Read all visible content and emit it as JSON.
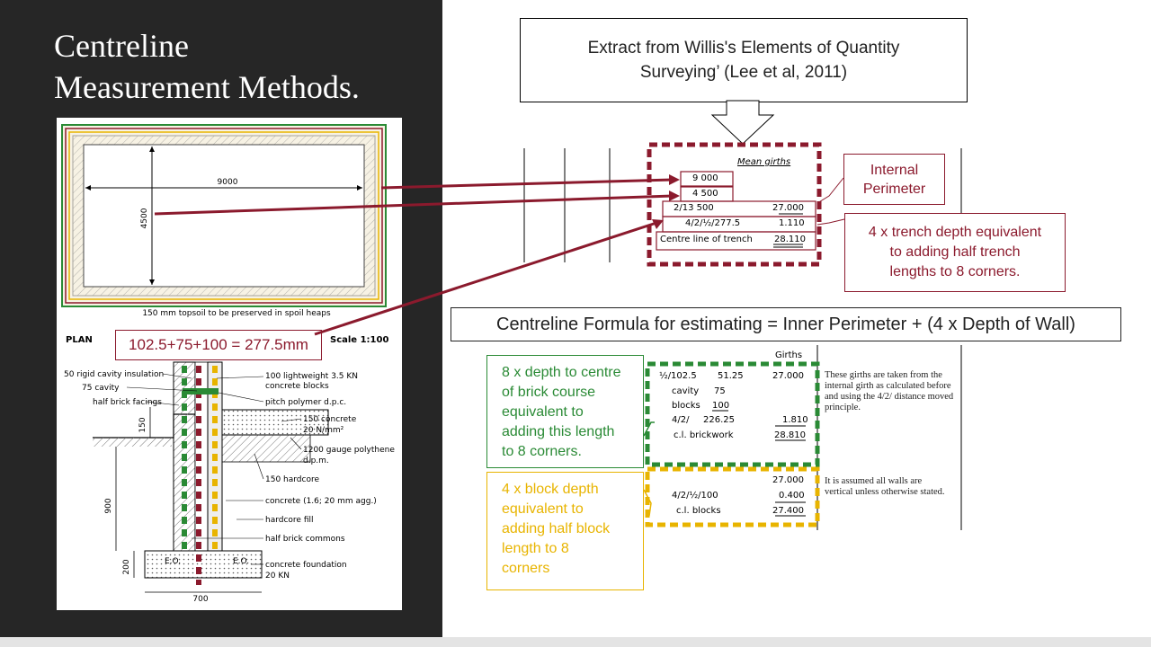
{
  "slide": {
    "title_lines": [
      "Centreline",
      "Measurement Methods."
    ]
  },
  "colors": {
    "dark_panel": "#262626",
    "maroon": "#8b1a2d",
    "green": "#2a8a35",
    "yellow": "#e8b400"
  },
  "source": {
    "lines": [
      "Extract from Willis's Elements of Quantity",
      "Surveying’ (Lee et al, 2011)"
    ]
  },
  "plan": {
    "dim_length": "9000",
    "dim_width": "4500",
    "topsoil_note": "150 mm topsoil to be preserved in spoil heaps",
    "plan_label": "PLAN",
    "scale_label": "Scale 1:100"
  },
  "section": {
    "calc_label": "102.5+75+100 = 277.5mm",
    "left_labels": [
      "50 rigid cavity insulation",
      "75 cavity",
      "half brick facings"
    ],
    "right_labels": {
      "blocks_1": "100 lightweight 3.5 KN",
      "blocks_2": "concrete blocks",
      "dpc": "pitch polymer d.p.c.",
      "concrete_1": "150 concrete",
      "concrete_2": "20 N/mm²",
      "polythene_1": "1200 gauge polythene",
      "polythene_2": "d.p.m.",
      "hardcore": "150 hardcore",
      "concrete_agg": "concrete (1.6; 20 mm agg.)",
      "hardcore_fill": "hardcore fill",
      "commons": "half brick commons",
      "foundation_1": "concrete foundation",
      "foundation_2": "20 KN"
    },
    "dims": {
      "d150": "150",
      "d900": "900",
      "d200": "200",
      "d700": "700",
      "eo": "E.O."
    }
  },
  "mean_girths": {
    "heading": "Mean girths",
    "length": "9 000",
    "width": "4 500",
    "row1_desc": "2/13 500",
    "row1_val": "27.000",
    "row2_desc": "4/2/½/277.5",
    "row2_val": "1.110",
    "row3_desc": "Centre line of trench",
    "row3_val": "28.110"
  },
  "callouts": {
    "internal_perimeter": [
      "Internal",
      "Perimeter"
    ],
    "trench": [
      "4 x trench depth equivalent",
      "to adding half trench",
      "lengths to 8 corners."
    ],
    "formula": "Centreline Formula for estimating = Inner Perimeter + (4 x Depth of Wall)",
    "green": [
      "8 x depth to centre",
      "of brick course",
      "equivalent to",
      "adding this length",
      "to 8 corners."
    ],
    "yellow": [
      "4 x block depth",
      "equivalent to",
      "adding half block",
      "length to 8",
      "corners"
    ]
  },
  "girths": {
    "heading": "Girths",
    "brick_rows": [
      {
        "desc": "½/102.5",
        "part": "51.25",
        "val": "27.000"
      },
      {
        "desc": "cavity",
        "part": "75",
        "val": ""
      },
      {
        "desc": "blocks",
        "part": "100",
        "val": ""
      },
      {
        "desc": "4/2/",
        "part": "226.25",
        "val": "1.810"
      },
      {
        "desc": "c.l. brickwork",
        "part": "",
        "val": "28.810"
      }
    ],
    "block_rows": [
      {
        "desc": "",
        "val": "27.000"
      },
      {
        "desc": "4/2/½/100",
        "val": "0.400"
      },
      {
        "desc": "c.l. blocks",
        "val": "27.400"
      }
    ],
    "note1": "These girths are taken from the internal girth as calculated before and using the 4/2/ distance moved principle.",
    "note2": "It is assumed all walls are vertical unless otherwise stated."
  }
}
